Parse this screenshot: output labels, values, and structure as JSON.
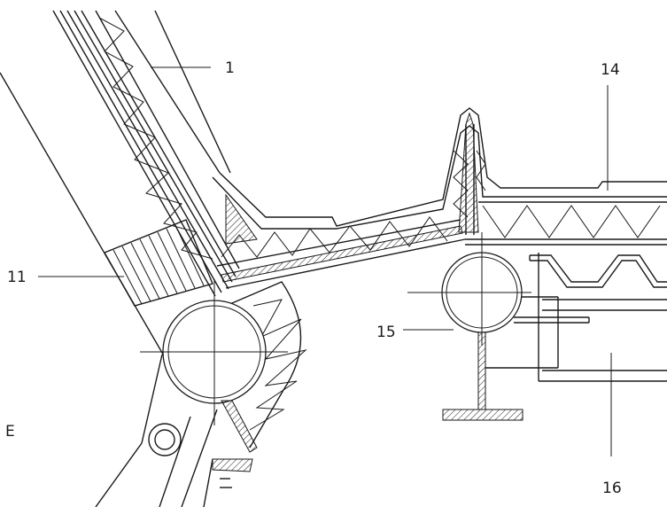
{
  "callouts": {
    "c1": "1",
    "c14": "14",
    "c11": "11",
    "c15": "15",
    "c16": "16"
  },
  "detail_letter": "E",
  "colors": {
    "line": "#1a1a1a",
    "background": "#ffffff"
  }
}
